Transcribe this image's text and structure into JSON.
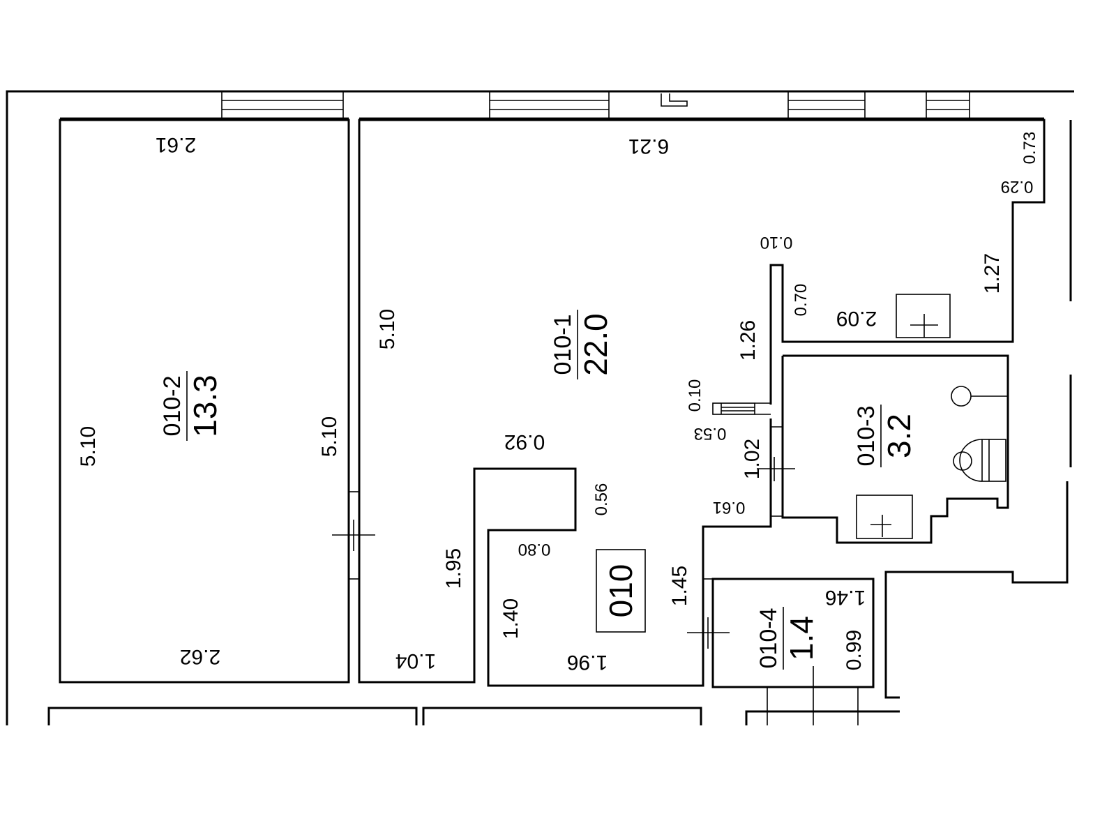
{
  "plan": {
    "apartment_id": "010",
    "rooms": [
      {
        "id": "010-1",
        "area": "22.0"
      },
      {
        "id": "010-2",
        "area": "13.3"
      },
      {
        "id": "010-3",
        "area": "3.2"
      },
      {
        "id": "010-4",
        "area": "1.4"
      }
    ],
    "dimensions": {
      "r2_top": "2.61",
      "r2_bottom": "2.62",
      "r2_left": "5.10",
      "r2_right": "5.10",
      "r1_top": "6.21",
      "r1_left": "5.10",
      "r1_a": "0.73",
      "r1_b": "0.29",
      "r1_c": "1.27",
      "r1_d": "2.09",
      "r1_e": "0.70",
      "r1_f": "0.10",
      "r1_g": "1.26",
      "r1_h": "0.10",
      "r1_i": "0.53",
      "r1_j": "1.02",
      "r1_k": "0.61",
      "r1_l": "1.45",
      "r1_m": "1.96",
      "r1_n": "1.40",
      "r1_o": "0.80",
      "r1_p": "0.56",
      "r1_q": "0.92",
      "r1_r": "1.95",
      "r1_s": "1.04",
      "r4_a": "1.46",
      "r4_b": "0.99"
    }
  }
}
